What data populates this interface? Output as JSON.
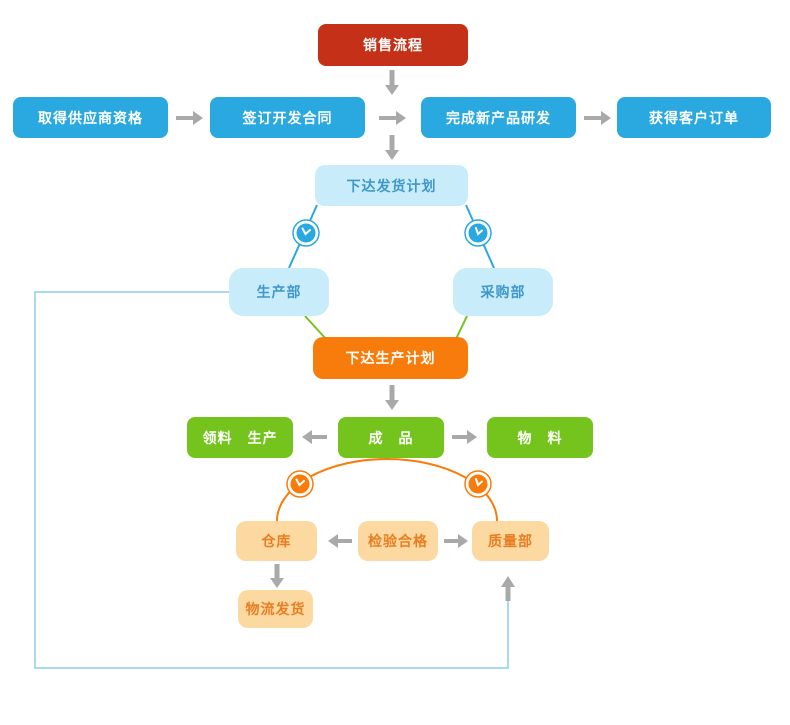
{
  "diagram": {
    "name": "销售流程",
    "type": "flowchart"
  },
  "nodes": {
    "sales_process": {
      "label": "销售流程"
    },
    "supplier_qualification": {
      "label": "取得供应商资格"
    },
    "sign_contract": {
      "label": "签订开发合同"
    },
    "product_development": {
      "label": "完成新产品研发"
    },
    "customer_order": {
      "label": "获得客户订单"
    },
    "shipping_plan": {
      "label": "下达发货计划"
    },
    "production_dept": {
      "label": "生产部"
    },
    "purchasing_dept": {
      "label": "采购部"
    },
    "production_plan": {
      "label": "下达生产计划"
    },
    "picking_production": {
      "label": "领料　生产"
    },
    "finished_goods": {
      "label": "成　品"
    },
    "materials": {
      "label": "物　料"
    },
    "warehouse": {
      "label": "仓库"
    },
    "inspection_pass": {
      "label": "检验合格"
    },
    "quality_dept": {
      "label": "质量部"
    },
    "logistics_shipping": {
      "label": "物流发货"
    }
  },
  "icons": {
    "blue_clock_left": "clock-icon",
    "blue_clock_right": "clock-icon",
    "orange_clock_left": "clock-icon",
    "orange_clock_right": "clock-icon"
  },
  "colors": {
    "red": "#c43118",
    "blue": "#2aa8e0",
    "light_blue_bg": "#c9ecfa",
    "light_blue_text": "#3f98c9",
    "light_blue_line": "#a9d9ef",
    "orange": "#f87c0b",
    "green": "#74c41d",
    "light_orange_bg": "#fbd9a1",
    "light_orange_text": "#e87e23",
    "arrow_gray": "#a9a9a9"
  }
}
